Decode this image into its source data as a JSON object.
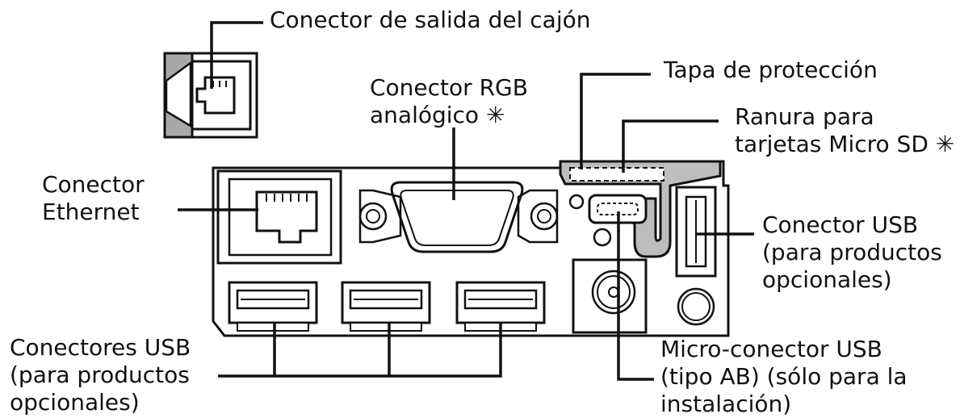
{
  "labels": {
    "drawer": {
      "lines": [
        "Conector de salida del cajón"
      ]
    },
    "rgb": {
      "lines": [
        "Conector RGB",
        "analógico ✳"
      ]
    },
    "cover": {
      "lines": [
        "Tapa de protección"
      ]
    },
    "microsd": {
      "lines": [
        "Ranura para",
        "tarjetas Micro SD ✳"
      ]
    },
    "ethernet": {
      "lines": [
        "Conector",
        "Ethernet"
      ]
    },
    "usb_right": {
      "lines": [
        "Conector USB",
        "(para productos",
        "opcionales)"
      ]
    },
    "usb_bottom": {
      "lines": [
        "Conectores USB",
        "(para productos",
        "opcionales)"
      ]
    },
    "micro_usb": {
      "lines": [
        "Micro-conector USB",
        "(tipo AB) (sólo para la",
        "instalación)"
      ]
    }
  },
  "colors": {
    "ink": "#111111",
    "panel": "#ffffff",
    "cover_fill": "#bdbdbd",
    "drawer_shade": "#a8a8a8"
  }
}
